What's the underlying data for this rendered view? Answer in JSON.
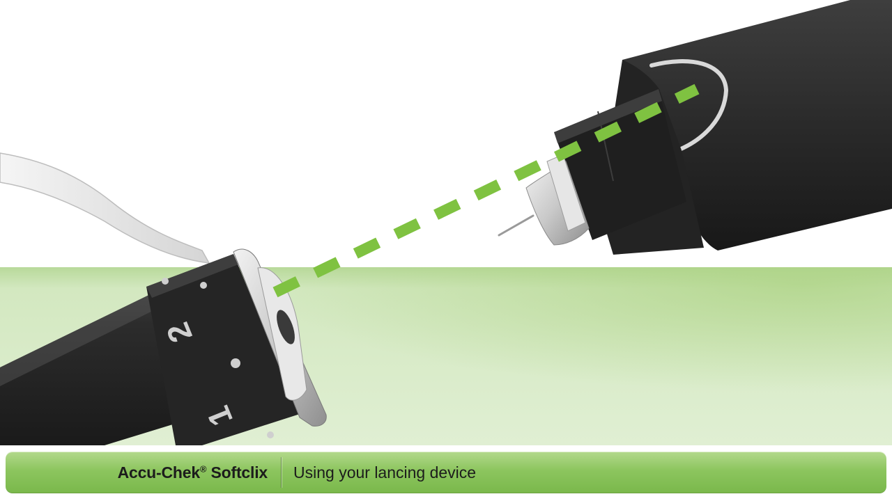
{
  "caption": {
    "brand": "Accu-Chek",
    "registered_mark": "®",
    "product": "Softclix",
    "subtitle": "Using your lancing device"
  },
  "dial": {
    "depth_marks": [
      "1",
      "2"
    ]
  },
  "colors": {
    "accent_green": "#7ab84b",
    "guide_dash_green": "#7fc241",
    "backdrop_green": "#d8eac6",
    "device_body": "#2b2b2b",
    "caption_text": "#1c1c1c"
  }
}
